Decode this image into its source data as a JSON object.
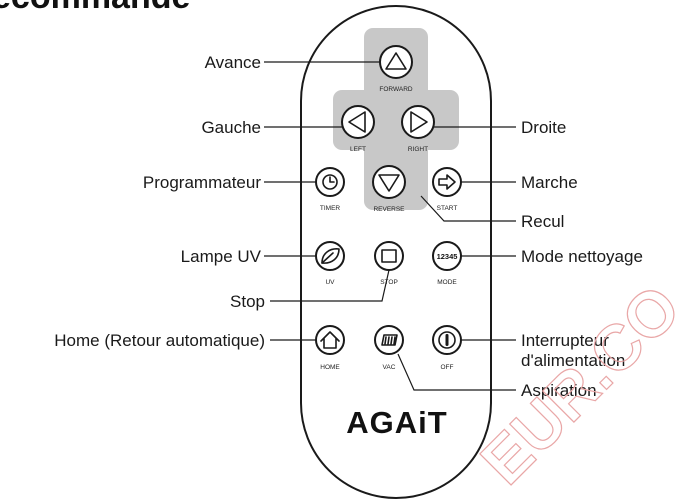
{
  "title": "ecommande",
  "brand": "AGAiT",
  "watermark": "EUR.CO",
  "colors": {
    "dpad": "#c8c8c8",
    "line": "#1a1a1a",
    "watermark": "#e9a7a7"
  },
  "buttons": {
    "forward": {
      "caption": "FORWARD",
      "icon": "triangle-up-icon"
    },
    "left": {
      "caption": "LEFT",
      "icon": "triangle-left-icon"
    },
    "right": {
      "caption": "RIGHT",
      "icon": "triangle-right-icon"
    },
    "reverse": {
      "caption": "REVERSE",
      "icon": "triangle-down-icon"
    },
    "timer": {
      "caption": "TIMER",
      "icon": "clock-icon"
    },
    "start": {
      "caption": "START",
      "icon": "arrow-right-icon"
    },
    "uv": {
      "caption": "UV",
      "icon": "leaf-icon"
    },
    "stop": {
      "caption": "STOP",
      "icon": "square-icon"
    },
    "mode": {
      "caption": "MODE",
      "icon_text": "12345"
    },
    "home": {
      "caption": "HOME",
      "icon": "home-icon"
    },
    "vac": {
      "caption": "VAC",
      "icon": "vacuum-icon"
    },
    "off": {
      "caption": "OFF",
      "icon": "power-icon"
    }
  },
  "labels": {
    "avance": "Avance",
    "gauche": "Gauche",
    "programmateur": "Programmateur",
    "lampe_uv": "Lampe UV",
    "stop": "Stop",
    "home": "Home (Retour automatique)",
    "droite": "Droite",
    "marche": "Marche",
    "recul": "Recul",
    "mode_nettoyage": "Mode nettoyage",
    "interrupteur_line1": "Interrupteur",
    "interrupteur_line2": "d'alimentation",
    "aspiration": "Aspiration"
  }
}
